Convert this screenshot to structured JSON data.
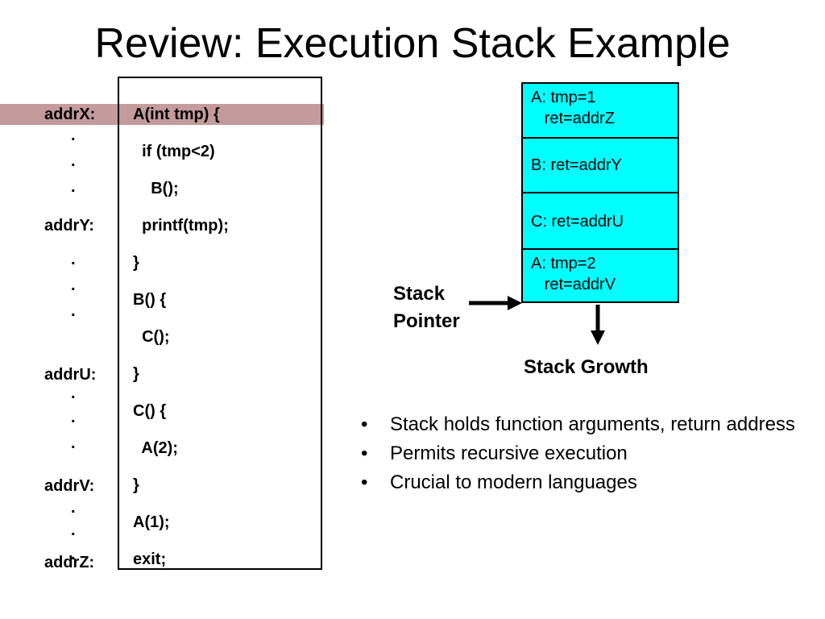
{
  "title": "Review: Execution Stack Example",
  "addresses": {
    "addrX": "addrX:",
    "addrY": "addrY:",
    "addrU": "addrU:",
    "addrV": "addrV:",
    "addrZ": "addrZ:"
  },
  "dot": ".",
  "code_lines": [
    "A(int tmp) {",
    "  if (tmp<2)",
    "    B();",
    "  printf(tmp);",
    "}",
    "B() {",
    "  C();",
    "}",
    "C() {",
    "  A(2);",
    "}",
    "A(1);",
    "exit;"
  ],
  "stack_frames": [
    {
      "line1": "A: tmp=1",
      "line2": "   ret=addrZ"
    },
    {
      "line1": "B: ret=addrY",
      "line2": ""
    },
    {
      "line1": "C: ret=addrU",
      "line2": ""
    },
    {
      "line1": "A: tmp=2",
      "line2": "   ret=addrV"
    }
  ],
  "stack_pointer_label": {
    "line1": "Stack",
    "line2": "Pointer"
  },
  "stack_growth_label": "Stack Growth",
  "bullets": [
    "Stack holds function arguments, return address",
    "Permits recursive execution",
    "Crucial to modern languages"
  ],
  "colors": {
    "highlight": "#c49a9a",
    "frame": "#00ffff"
  }
}
